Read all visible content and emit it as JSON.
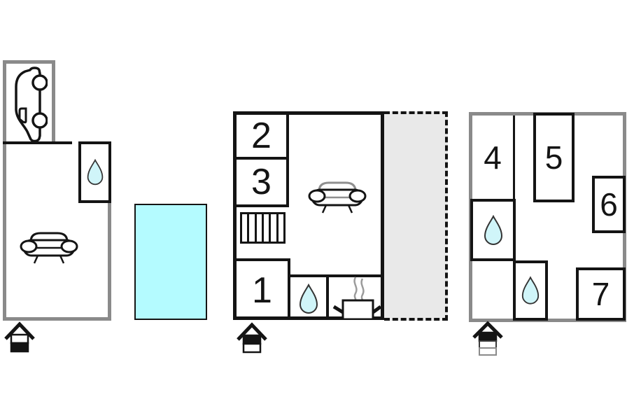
{
  "colors": {
    "wall_gray": "#8a8a8a",
    "outline": "#141414",
    "pool_fill": "#b4fbff",
    "water_fill": "#d0f5f9",
    "terrace_fill": "#e9e9e9",
    "steam_gray": "#9b9b9b",
    "sofa_accent_gray": "#8f8f8f"
  },
  "plans": {
    "ground_floor": {
      "rooms": [],
      "features": [
        "garage-with-car",
        "bathroom-water-drop",
        "sofa"
      ],
      "level_indicator": "two-level-house-lower-level-filled"
    },
    "pool": {
      "feature": "swimming-pool"
    },
    "main_floor": {
      "rooms": [
        {
          "label": "2"
        },
        {
          "label": "3"
        },
        {
          "label": "1"
        }
      ],
      "features": [
        "stairs",
        "sofa",
        "water-drop",
        "stove-pot"
      ],
      "terrace": "dashed-outline-terrace",
      "level_indicator": "two-level-house-upper-level-filled"
    },
    "upper_floor": {
      "rooms": [
        {
          "label": "4"
        },
        {
          "label": "5"
        },
        {
          "label": "6"
        },
        {
          "label": "7"
        }
      ],
      "features": [
        "water-drop",
        "water-drop"
      ],
      "level_indicator": "three-level-house-top-level-filled"
    }
  }
}
